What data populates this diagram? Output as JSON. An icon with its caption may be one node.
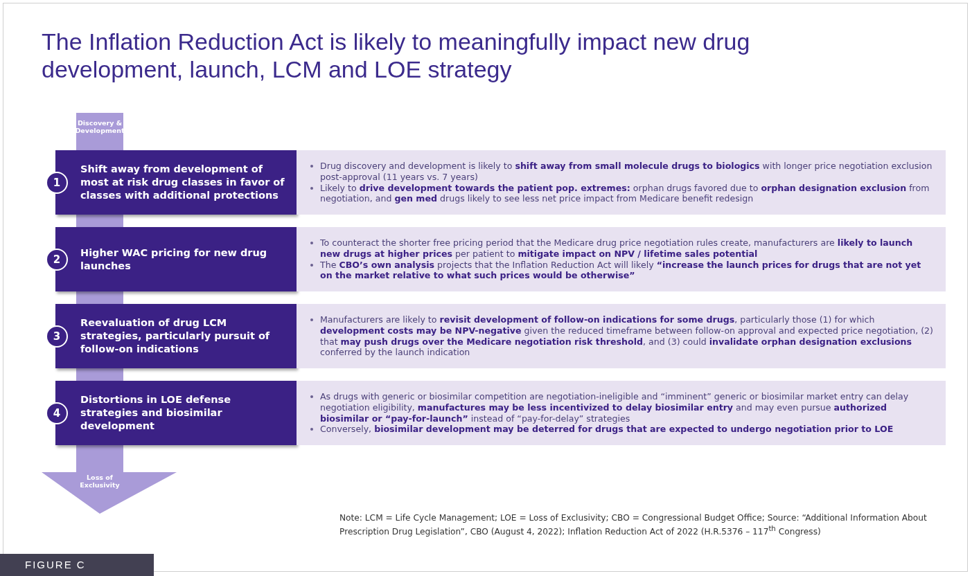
{
  "diagram": {
    "title": "The Inflation Reduction Act is likely to meaningfully impact new drug development, launch, LCM and LOE strategy",
    "caption": "FIGURE C",
    "nodes": [
      {
        "text": [
          "Shift away from development of most at risk drug classes in favor of classes with additional protections"
        ]
      },
      {
        "text": [
          "1"
        ],
        "in": 0
      },
      {
        "text": [
          "Drug discovery and development is likely to **shift away from small molecule drugs to biologics** with longer price negotiation exclusion post-approval (11 years vs. 7 years)",
          "Likely to **drive development towards the patient pop. extremes:** orphan drugs favored due to **orphan designation exclusion** from negotiation, and **gen med** drugs likely to see less net price impact from Medicare benefit redesign"
        ]
      },
      {
        "text": [
          "Higher WAC pricing for new drug launches"
        ]
      },
      {
        "text": [
          "2"
        ],
        "in": 3
      },
      {
        "text": [
          "To counteract the shorter free pricing period that the Medicare drug price negotiation rules create, manufacturers are **likely to launch new drugs at higher prices** per patient to **mitigate impact on NPV / lifetime sales potential**",
          "The **CBO’s own analysis** projects that the Inflation Reduction Act will likely **“increase the launch prices for drugs that are not yet on the market relative to what such prices would be otherwise”**"
        ]
      },
      {
        "text": [
          "Reevaluation of drug LCM strategies, particularly pursuit of follow-on indications"
        ]
      },
      {
        "text": [
          "3"
        ],
        "in": 6
      },
      {
        "text": [
          "Manufacturers are likely to **revisit development of follow-on indications for some drugs**, particularly those (1) for which **development costs may be NPV-negative** given the reduced timeframe between follow-on approval and expected price negotiation, (2) that **may push drugs over the Medicare negotiation risk threshold**, and (3) could **invalidate orphan designation exclusions** conferred by the launch indication"
        ]
      },
      {
        "text": [
          "Distortions in LOE defense strategies and biosimilar development"
        ]
      },
      {
        "text": [
          "4"
        ],
        "in": 9
      },
      {
        "text": [
          "As drugs with generic or biosimilar competition are negotiation-ineligible and “imminent” generic or biosimilar market entry can delay negotiation eligibility, **manufactures may be less incentivized to delay biosimilar entry** and may even pursue **authorized biosimilar or “pay-for-launch”** instead of “pay-for-delay” strategies",
          "Conversely, **biosimilar development may be deterred for drugs that are expected to undergo negotiation prior to LOE**"
        ]
      }
    ],
    "labels": [
      "Discovery & Development",
      "Loss of Exclusivity",
      "Note: LCM = Life Cycle Management; LOE = Loss of Exclusivity; CBO = Congressional Budget Office; Source: “Additional Information About Prescription Drug Legislation”, CBO (August 4, 2022); Inflation Reduction Act of 2022 (H.R.5376 – 117$^{th}$ Congress)"
    ]
  }
}
